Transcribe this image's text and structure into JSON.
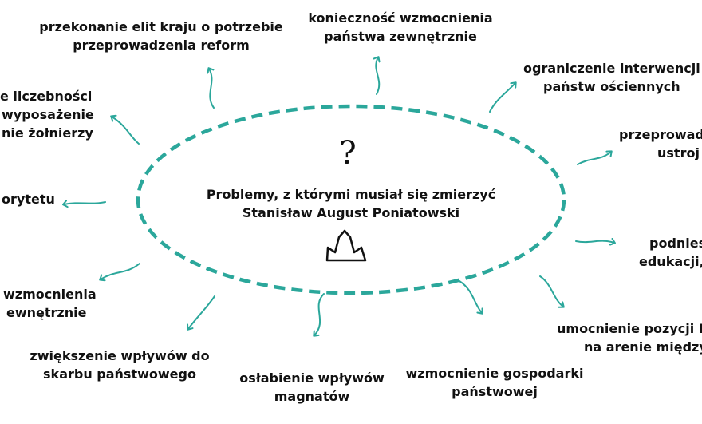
{
  "colors": {
    "accent": "#2ba79b",
    "text": "#111111",
    "background": "#ffffff"
  },
  "icons": {
    "question": "question-mark-icon",
    "crown": "crown-icon"
  },
  "center": {
    "question_mark": "?",
    "line1": "Problemy, z którymi musiał się zmierzyć",
    "line2": "Stanisław August Poniatowski"
  },
  "labels": [
    {
      "id": "reform-elite",
      "lines": [
        "przekonanie elit kraju o potrzebie",
        "przeprowadzenia reform"
      ]
    },
    {
      "id": "state-external",
      "lines": [
        "konieczność wzmocnienia",
        "państwa zewnętrznie"
      ]
    },
    {
      "id": "limit-intervention",
      "lines": [
        "ograniczenie interwencji",
        "państw ościennych"
      ]
    },
    {
      "id": "system-reform",
      "lines": [
        "przeprowad",
        "ustroj"
      ]
    },
    {
      "id": "education",
      "lines": [
        "podnies",
        "edukacji,"
      ]
    },
    {
      "id": "international-position",
      "lines": [
        "umocnienie pozycji P",
        "na arenie między"
      ]
    },
    {
      "id": "economy",
      "lines": [
        "wzmocnienie gospodarki",
        "państwowej"
      ]
    },
    {
      "id": "magnates",
      "lines": [
        "osłabienie wpływów",
        "magnatów"
      ]
    },
    {
      "id": "treasury",
      "lines": [
        "zwiększenie wpływów do",
        "skarbu państwowego"
      ]
    },
    {
      "id": "state-internal",
      "lines": [
        "wzmocnienia",
        "ewnętrznie"
      ]
    },
    {
      "id": "authority",
      "lines": [
        "orytetu"
      ]
    },
    {
      "id": "army",
      "lines": [
        "e liczebności",
        "wyposażenie",
        "nie żołnierzy"
      ]
    }
  ]
}
